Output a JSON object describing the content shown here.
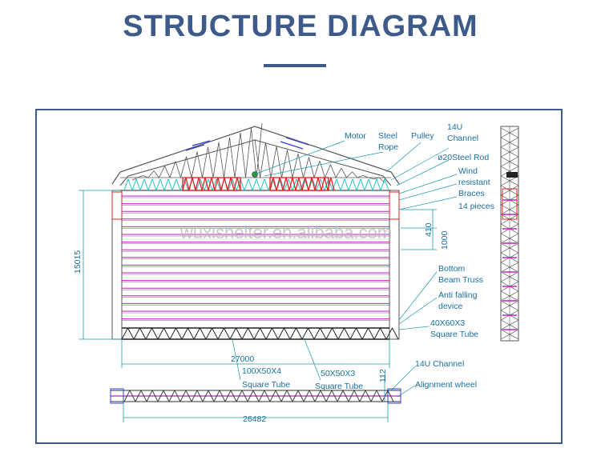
{
  "header": {
    "title": "STRUCTURE DIAGRAM"
  },
  "watermark": "wuxishelter.en.alibaba.com",
  "labels": {
    "motor": "Motor",
    "steel_rope_1": "Steel",
    "steel_rope_2": "Rope",
    "pulley": "Pulley",
    "channel_14u_1": "14U",
    "channel_14u_2": "Channel",
    "steel_rod": "ø20Steel Rod",
    "wind_1": "Wind",
    "wind_2": "resistant",
    "wind_3": "Braces",
    "wind_4": "14 pieces",
    "bottom_1": "Bottom",
    "bottom_2": "Beam Truss",
    "anti_1": "Anti falling",
    "anti_2": "device",
    "tube40_1": "40X60X3",
    "tube40_2": "Square Tube",
    "tube100_1": "100X50X4",
    "tube100_2": "Square Tube",
    "tube50_1": "50X50X3",
    "tube50_2": "Square Tube",
    "channel_plan": "14U Channel",
    "alignment": "Alignment wheel"
  },
  "dimensions": {
    "height": "15015",
    "spacing_410": "410",
    "spacing_1000": "1000",
    "width_27000": "27000",
    "width_26482": "26482",
    "plan_112": "112"
  },
  "colors": {
    "accent": "#3d5a8a",
    "dimension": "#1a9bb0",
    "truss": "#555555",
    "rail": "#c020c0",
    "highlight": "#e02020",
    "brace": "#3040d0"
  }
}
